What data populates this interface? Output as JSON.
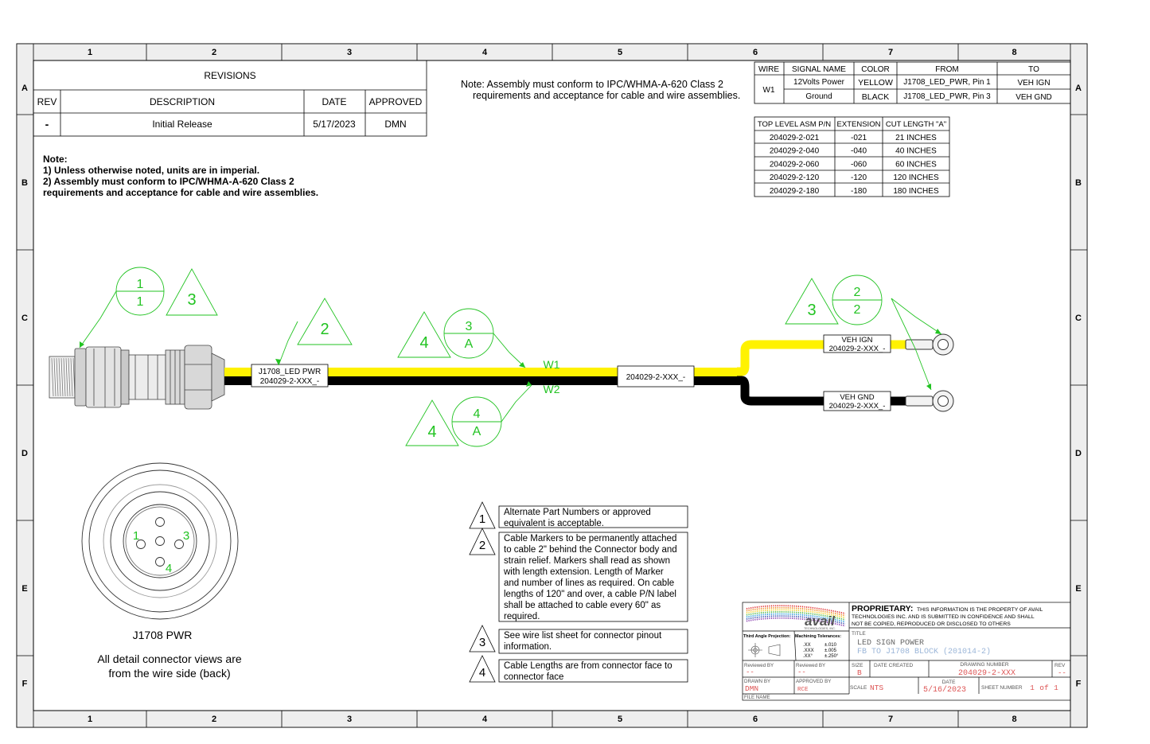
{
  "zone_columns": [
    "1",
    "2",
    "3",
    "4",
    "5",
    "6",
    "7",
    "8"
  ],
  "zone_rows": [
    "A",
    "B",
    "C",
    "D",
    "E",
    "F"
  ],
  "revisions": {
    "title": "REVISIONS",
    "headers": [
      "REV",
      "DESCRIPTION",
      "DATE",
      "APPROVED"
    ],
    "rows": [
      [
        "-",
        "Initial Release",
        "5/17/2023",
        "DMN"
      ]
    ]
  },
  "top_note": {
    "line1": "Note: Assembly must conform to IPC/WHMA-A-620 Class 2",
    "line2": "requirements and acceptance for cable and wire assemblies."
  },
  "notes": {
    "title": "Note:",
    "lines": [
      "1) Unless otherwise noted, units are in imperial.",
      "2) Assembly must conform to IPC/WHMA-A-620 Class 2",
      "requirements and acceptance for cable and wire assemblies."
    ]
  },
  "wire_table": {
    "headers": [
      "WIRE",
      "SIGNAL NAME",
      "COLOR",
      "FROM",
      "TO"
    ],
    "wire": "W1",
    "rows": [
      [
        "12Volts Power",
        "YELLOW",
        "J1708_LED_PWR, Pin 1",
        "VEH IGN"
      ],
      [
        "Ground",
        "BLACK",
        "J1708_LED_PWR, Pin 3",
        "VEH GND"
      ]
    ]
  },
  "asm_table": {
    "headers": [
      "TOP LEVEL ASM  P/N",
      "EXTENSION",
      "CUT LENGTH \"A\""
    ],
    "rows": [
      [
        "204029-2-021",
        "-021",
        "21 INCHES"
      ],
      [
        "204029-2-040",
        "-040",
        "40 INCHES"
      ],
      [
        "204029-2-060",
        "-060",
        "60 INCHES"
      ],
      [
        "204029-2-120",
        "-120",
        "120 INCHES"
      ],
      [
        "204029-2-180",
        "-180",
        "180 INCHES"
      ]
    ]
  },
  "diagram": {
    "connector_label": [
      "J1708_LED PWR",
      "204029-2-XXX_-"
    ],
    "mid_label": "204029-2-XXX_-",
    "veh_ign_label": [
      "VEH IGN",
      "204029-2-XXX_-"
    ],
    "veh_gnd_label": [
      "VEH GND",
      "204029-2-XXX_-"
    ],
    "wire1": "W1",
    "wire2": "W2",
    "balloon_connector": [
      "1",
      "1"
    ],
    "balloon_w1": [
      "3",
      "A"
    ],
    "balloon_w2": [
      "4",
      "A"
    ],
    "balloon_ring": [
      "2",
      "2"
    ],
    "tri_connector": "3",
    "tri_marker": "2",
    "tri_w1": "4",
    "tri_w2": "4",
    "tri_ring": "3",
    "colors": {
      "yellow": "#fff200",
      "black": "#000000",
      "callout": "#22c322"
    }
  },
  "connector_view": {
    "pin_labels": [
      "1",
      "3",
      "4"
    ],
    "title": "J1708 PWR",
    "caption": [
      "All detail connector views are",
      "from the wire side (back)"
    ]
  },
  "legend_notes": [
    {
      "num": "1",
      "lines": [
        "Alternate Part Numbers or approved",
        "equivalent is acceptable."
      ]
    },
    {
      "num": "2",
      "lines": [
        "Cable Markers to be permanently attached",
        "to cable 2\" behind the Connector body and",
        "strain relief.  Markers shall read as shown",
        "with length extension. Length of Marker",
        "and number of lines as required.  On cable",
        "lengths of 120\" and over, a cable P/N label",
        "shall be attached to cable every 60\" as",
        "required."
      ]
    },
    {
      "num": "3",
      "lines": [
        "See wire list sheet for connector pinout",
        "information."
      ]
    },
    {
      "num": "4",
      "lines": [
        "Cable Lengths are from connector face to",
        "connector face"
      ]
    }
  ],
  "title_block": {
    "logo_text": "avail",
    "logo_sub": "TECHNOLOGIES, INC.",
    "proprietary_title": "PROPRIETARY:",
    "proprietary_lines": [
      "THIS INFORMATION IS THE PROPERTY OF AVAIL",
      "TECHNOLOGIES INC. AND IS SUBMITTED IN CONFIDENCE AND SHALL",
      "NOT BE COPIED, REPRODUCED OR DISCLOSED TO OTHERS"
    ],
    "projection_label": "Third Angle Projection:",
    "tolerance_label": "Machining Tolerances:",
    "tolerances": [
      [
        ".XX",
        "±.010"
      ],
      [
        ".XXX",
        "±.005"
      ],
      [
        ".XX°",
        "±.250°"
      ]
    ],
    "title_label": "TITLE",
    "title_lines": [
      "LED SIGN POWER",
      "FB TO J1708 BLOCK (201014-2)"
    ],
    "reviewed_by_label": "Reviewed BY",
    "reviewed_by_1": "--",
    "reviewed_by_2": "--",
    "size_label": "SIZE",
    "size": "B",
    "date_created_label": "DATE CREATED",
    "drawing_number_label": "DRAWING NUMBER",
    "drawing_number": "204029-2-XXX",
    "rev_label": "REV",
    "rev": "--",
    "drawn_by_label": "DRAWN BY",
    "drawn_by": "DMN",
    "approved_by_label": "APPROVED BY",
    "approved_by": "RCE",
    "scale_label": "SCALE",
    "scale": "NTS",
    "date_label": "DATE",
    "date": "5/16/2023",
    "sheet_label": "SHEET NUMBER",
    "sheet_num": "1",
    "sheet_of": "of",
    "sheet_total": "1",
    "file_name_label": "FILE NAME"
  }
}
